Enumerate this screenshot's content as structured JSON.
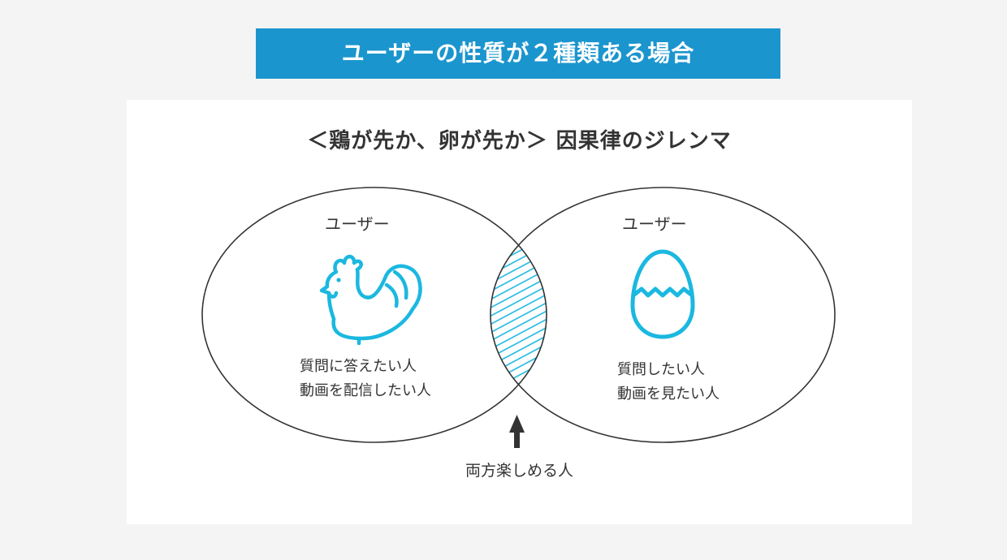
{
  "header": {
    "title": "ユーザーの性質が２種類ある場合"
  },
  "diagram": {
    "subtitle": "＜鶏が先か、卵が先か＞ 因果律のジレンマ",
    "left_set": {
      "label": "ユーザー",
      "icon": "chicken-icon",
      "lines": [
        "質問に答えたい人",
        "動画を配信したい人"
      ]
    },
    "right_set": {
      "label": "ユーザー",
      "icon": "egg-icon",
      "lines": [
        "質問したい人",
        "動画を見たい人"
      ]
    },
    "intersection": {
      "label": "両方楽しめる人",
      "pointer": "up-arrow-icon"
    }
  },
  "colors": {
    "banner": "#1b95ce",
    "icon": "#1bb8e0",
    "outline": "#333333",
    "hatch": "#1bb8e0"
  }
}
